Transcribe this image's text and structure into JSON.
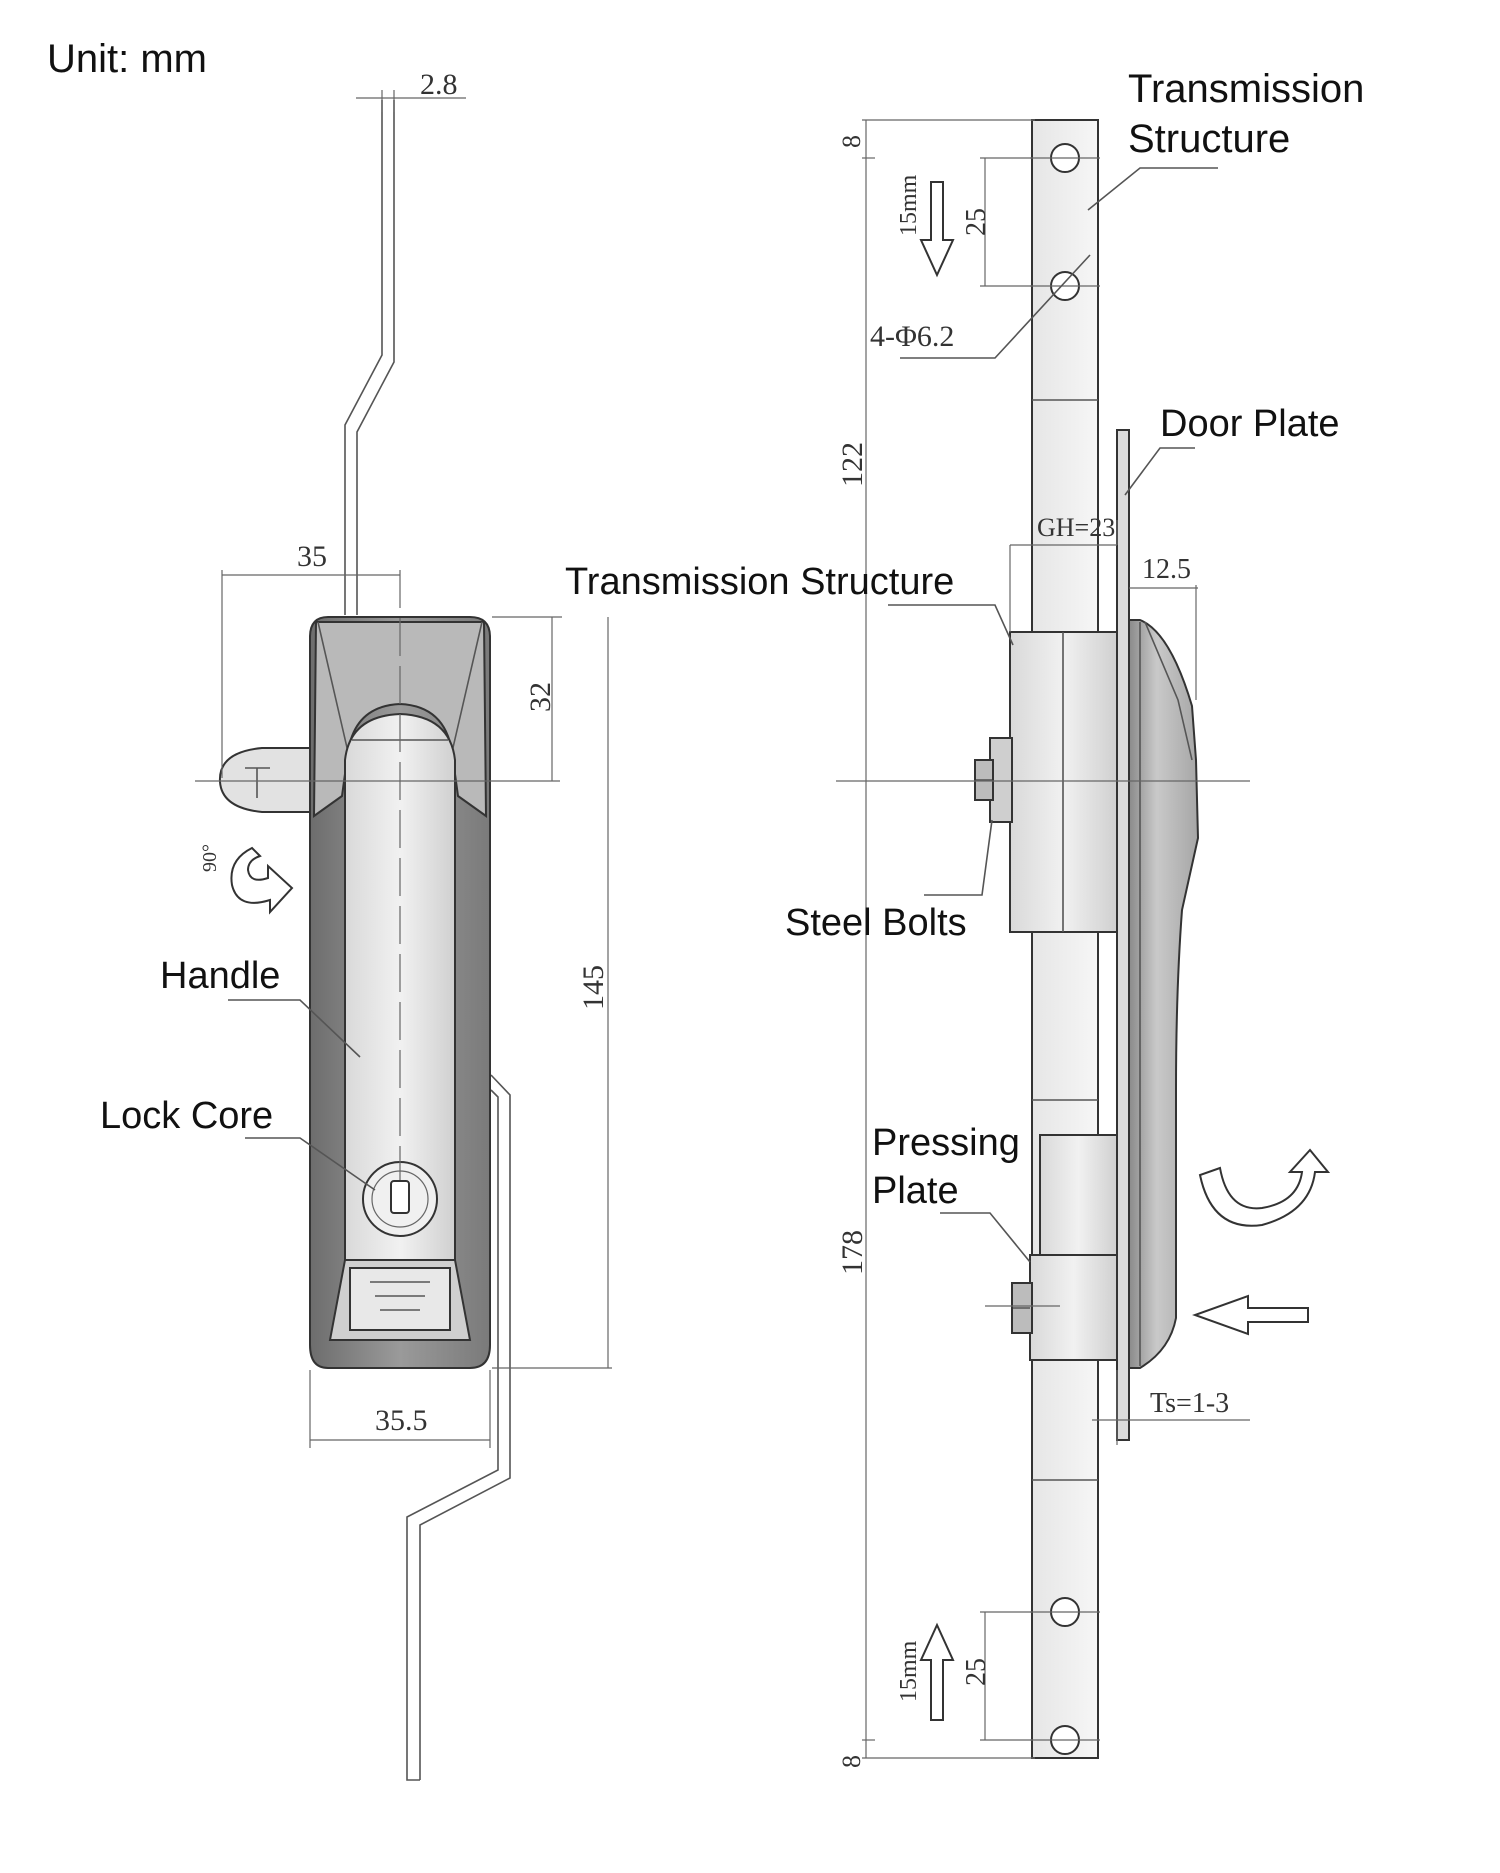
{
  "unit_label": "Unit: mm",
  "callouts": {
    "transmission_structure_top": [
      "Transmission",
      "Structure"
    ],
    "transmission_structure_mid": "Transmission Structure",
    "door_plate": "Door Plate",
    "steel_bolts": "Steel Bolts",
    "pressing_plate": [
      "Pressing",
      "Plate"
    ],
    "handle": "Handle",
    "lock_core": "Lock Core"
  },
  "dimensions": {
    "rod_thickness": "2.8",
    "handle_offset": "35",
    "top_to_axis": "32",
    "handle_height": "145",
    "handle_width": "35.5",
    "rotation": "90°",
    "top_end": "8",
    "bottom_end": "8",
    "hole_spacing_top": "25",
    "hole_spacing_bottom": "25",
    "travel_top": "15mm",
    "travel_bottom": "15mm",
    "holes": "4-Φ6.2",
    "upper_length": "122",
    "lower_length": "178",
    "gh": "GH=23",
    "protrusion": "12.5",
    "ts": "Ts=1-3"
  }
}
